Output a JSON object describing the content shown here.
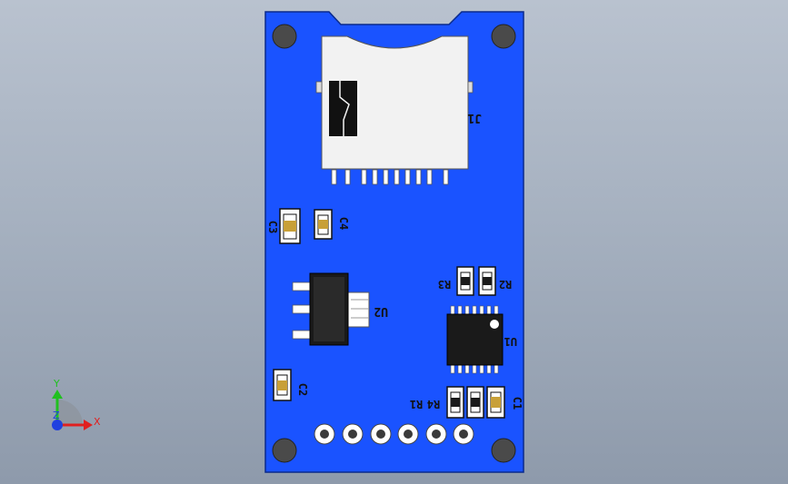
{
  "colors": {
    "pcb": "#1a53ff",
    "pcb_edge": "#0a2a8c",
    "solder_mask_dark": "#1a1a1a",
    "pad_silver": "#e0e0e0",
    "cap_body": "#c8a038",
    "axis_x": "#e02020",
    "axis_y": "#20c020",
    "axis_z": "#2040e0"
  },
  "labels": {
    "j1": "J1",
    "c3": "C3",
    "c4": "C4",
    "r3": "R3",
    "r2": "R2",
    "u2": "U2",
    "u1": "U1",
    "c2": "C2",
    "r4": "R4",
    "r1": "R1",
    "c1": "C1"
  },
  "triad": {
    "x_label": "X",
    "y_label": "Y",
    "z_label": "Z"
  },
  "icons": {
    "triad": "axis-triad-icon"
  }
}
